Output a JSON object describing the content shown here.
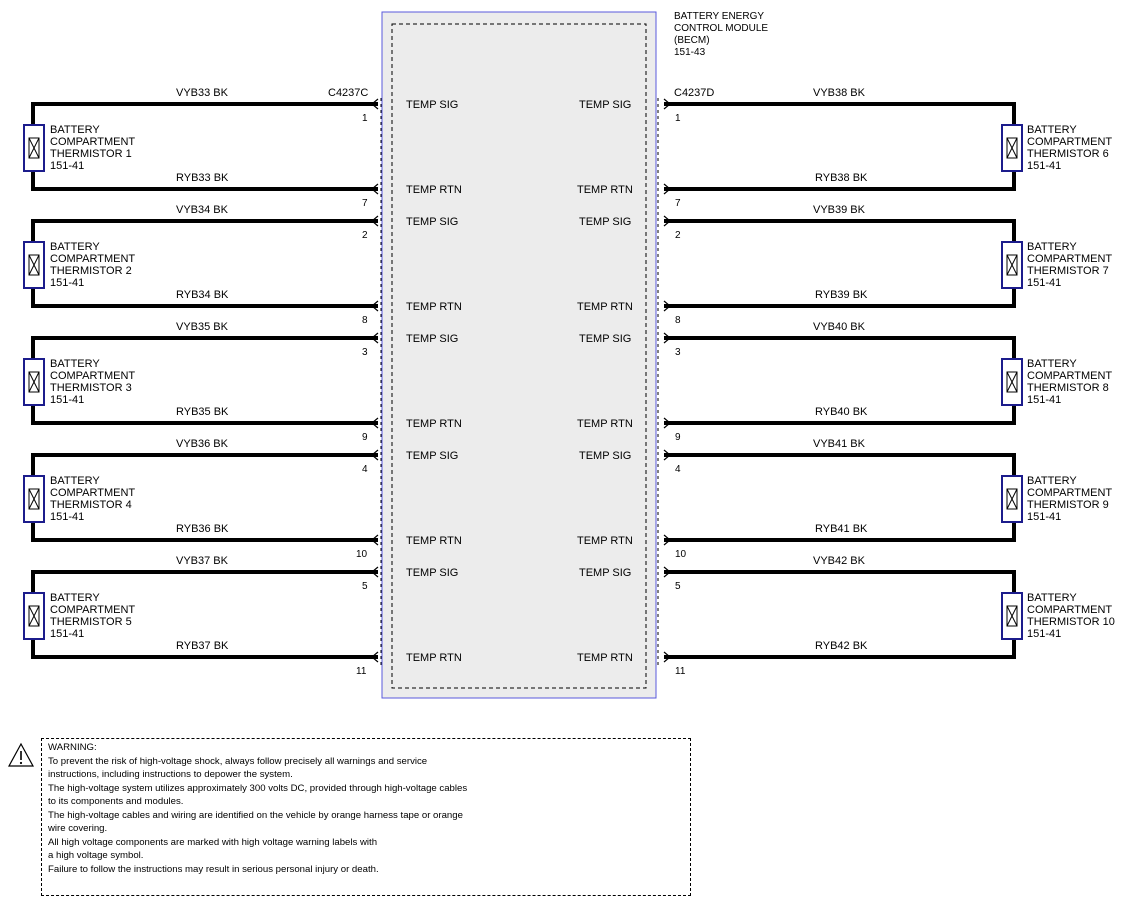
{
  "module": {
    "title_lines": [
      "BATTERY ENERGY",
      "CONTROL MODULE",
      "(BECM)",
      "151-43"
    ],
    "connector_left": "C4237C",
    "connector_right": "C4237D"
  },
  "thermistor": {
    "lines": [
      "BATTERY",
      "COMPARTMENT"
    ],
    "ref": "151-41"
  },
  "signals": {
    "sig": "TEMP SIG",
    "rtn": "TEMP RTN"
  },
  "wire_color": "BK",
  "circuits": [
    {
      "side": "left",
      "thermistor": "THERMISTOR 1",
      "sig_wire": "VYB33",
      "rtn_wire": "RYB33",
      "sig_pin": "1",
      "rtn_pin": "7"
    },
    {
      "side": "left",
      "thermistor": "THERMISTOR 2",
      "sig_wire": "VYB34",
      "rtn_wire": "RYB34",
      "sig_pin": "2",
      "rtn_pin": "8"
    },
    {
      "side": "left",
      "thermistor": "THERMISTOR 3",
      "sig_wire": "VYB35",
      "rtn_wire": "RYB35",
      "sig_pin": "3",
      "rtn_pin": "9"
    },
    {
      "side": "left",
      "thermistor": "THERMISTOR 4",
      "sig_wire": "VYB36",
      "rtn_wire": "RYB36",
      "sig_pin": "4",
      "rtn_pin": "10"
    },
    {
      "side": "left",
      "thermistor": "THERMISTOR 5",
      "sig_wire": "VYB37",
      "rtn_wire": "RYB37",
      "sig_pin": "5",
      "rtn_pin": "11"
    },
    {
      "side": "right",
      "thermistor": "THERMISTOR 6",
      "sig_wire": "VYB38",
      "rtn_wire": "RYB38",
      "sig_pin": "1",
      "rtn_pin": "7"
    },
    {
      "side": "right",
      "thermistor": "THERMISTOR 7",
      "sig_wire": "VYB39",
      "rtn_wire": "RYB39",
      "sig_pin": "2",
      "rtn_pin": "8"
    },
    {
      "side": "right",
      "thermistor": "THERMISTOR 8",
      "sig_wire": "VYB40",
      "rtn_wire": "RYB40",
      "sig_pin": "3",
      "rtn_pin": "9"
    },
    {
      "side": "right",
      "thermistor": "THERMISTOR 9",
      "sig_wire": "VYB41",
      "rtn_wire": "RYB41",
      "sig_pin": "4",
      "rtn_pin": "10"
    },
    {
      "side": "right",
      "thermistor": "THERMISTOR 10",
      "sig_wire": "VYB42",
      "rtn_wire": "RYB42",
      "sig_pin": "5",
      "rtn_pin": "11"
    }
  ],
  "warning": {
    "heading": "WARNING:",
    "lines": [
      "To prevent the risk of high-voltage shock, always follow precisely all warnings and service",
      "instructions, including instructions to depower the system.",
      "The high-voltage system utilizes approximately 300 volts DC, provided through high-voltage cables",
      "to its components and modules.",
      "The high-voltage cables and wiring are identified on the vehicle by orange harness tape or orange",
      "wire covering.",
      "All high voltage components are marked with high voltage warning labels with",
      "a high voltage symbol.",
      "Failure to follow the instructions may result in serious personal injury or death."
    ]
  },
  "colors": {
    "wire": "#000000",
    "module_fill": "#ececec",
    "module_border": "#5a5adc",
    "thermistor_border": "#1c1c8c"
  }
}
